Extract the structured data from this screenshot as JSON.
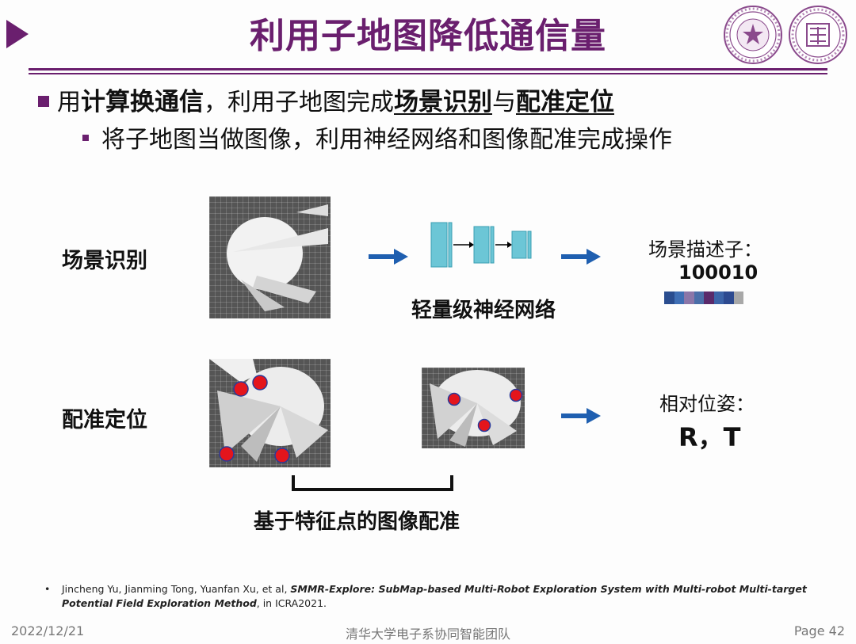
{
  "header": {
    "title": "利用子地图降低通信量"
  },
  "bullets": {
    "b1_part1": "用",
    "b1_bold": "计算换通信",
    "b1_part2": "，利用子地图完成",
    "b1_u1": "场景识别",
    "b1_part3": "与",
    "b1_u2": "配准定位",
    "b2": "将子地图当做图像，利用神经网络和图像配准完成操作"
  },
  "scene_recognition": {
    "label": "场景识别",
    "network_caption": "轻量级神经网络",
    "descriptor_label": "场景描述子：",
    "descriptor_value": "100010",
    "descriptor_colors": [
      "#2a4d8f",
      "#3f6fb5",
      "#8b76a8",
      "#4a6ea8",
      "#5a2a6a",
      "#3c64a8",
      "#2d4a90",
      "#a8a8a8"
    ]
  },
  "registration": {
    "label": "配准定位",
    "caption": "基于特征点的图像配准",
    "pose_label": "相对位姿：",
    "pose_value": "R，T"
  },
  "reference": {
    "bullet": "•",
    "authors": "Jincheng Yu, Jianming Tong, Yuanfan Xu, et al, ",
    "title": "SMMR-Explore: SubMap-based Multi-Robot Exploration System with Multi-robot Multi-target Potential Field Exploration Method",
    "venue": ", in ICRA2021."
  },
  "footer": {
    "date": "2022/12/21",
    "org": "清华大学电子系协同智能团队",
    "page": "Page 42"
  },
  "colors": {
    "brand": "#6a1f6e",
    "arrow": "#1f5fb0",
    "nn_block": "#6cc6d6",
    "feature_point": "#e4151c"
  }
}
